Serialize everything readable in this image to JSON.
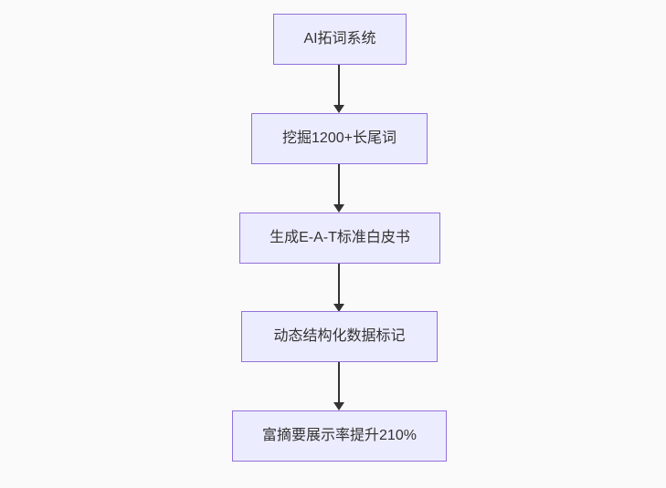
{
  "flowchart": {
    "type": "vertical-flow",
    "direction": "top-down",
    "colors": {
      "node_fill": "#ececff",
      "node_border": "#9370db",
      "node_text": "#333333",
      "arrow": "#333333",
      "background": "#fafafa"
    },
    "nodes": [
      {
        "id": "n1",
        "label": "AI拓词系统"
      },
      {
        "id": "n2",
        "label": "挖掘1200+长尾词"
      },
      {
        "id": "n3",
        "label": "生成E-A-T标准白皮书"
      },
      {
        "id": "n4",
        "label": "动态结构化数据标记"
      },
      {
        "id": "n5",
        "label": "富摘要展示率提升210%"
      }
    ],
    "edges": [
      {
        "from": "n1",
        "to": "n2"
      },
      {
        "from": "n2",
        "to": "n3"
      },
      {
        "from": "n3",
        "to": "n4"
      },
      {
        "from": "n4",
        "to": "n5"
      }
    ]
  }
}
